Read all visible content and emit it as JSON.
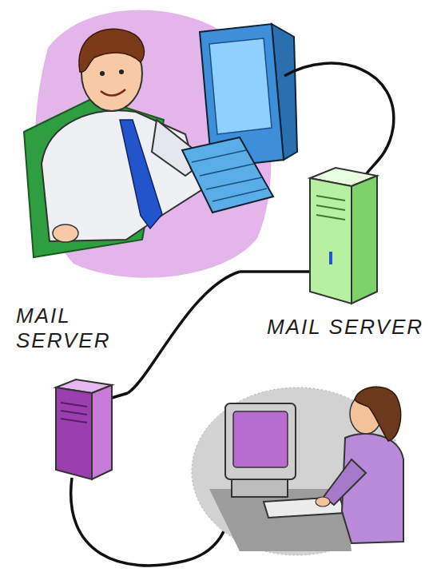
{
  "diagram": {
    "nodes": [
      {
        "text": [
          "MAIL SERVER"
        ]
      },
      {
        "text": [
          "MAIL SERVER"
        ]
      }
    ],
    "edges": [
      {
        "from": 0,
        "to": 1,
        "arrow": "none"
      }
    ]
  }
}
